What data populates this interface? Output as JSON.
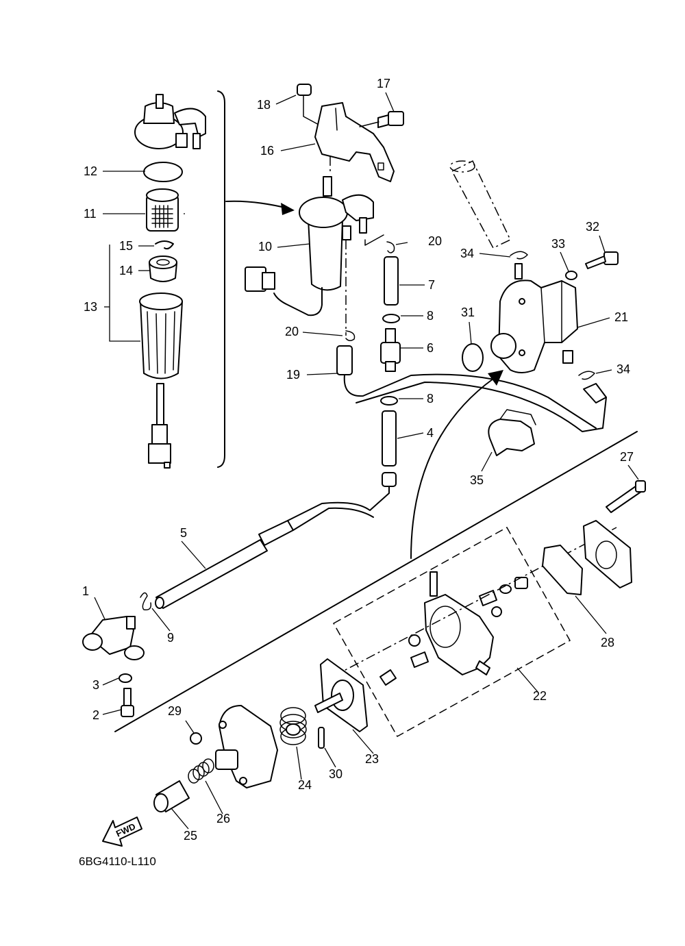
{
  "diagram": {
    "code": "6BG4110-L110",
    "direction_label": "FWD",
    "callouts": [
      {
        "id": "c1",
        "text": "1"
      },
      {
        "id": "c2",
        "text": "2"
      },
      {
        "id": "c3",
        "text": "3"
      },
      {
        "id": "c4",
        "text": "4"
      },
      {
        "id": "c5",
        "text": "5"
      },
      {
        "id": "c6",
        "text": "6"
      },
      {
        "id": "c7",
        "text": "7"
      },
      {
        "id": "c8a",
        "text": "8"
      },
      {
        "id": "c8b",
        "text": "8"
      },
      {
        "id": "c9",
        "text": "9"
      },
      {
        "id": "c10",
        "text": "10"
      },
      {
        "id": "c11",
        "text": "11"
      },
      {
        "id": "c12",
        "text": "12"
      },
      {
        "id": "c13",
        "text": "13"
      },
      {
        "id": "c14",
        "text": "14"
      },
      {
        "id": "c15",
        "text": "15"
      },
      {
        "id": "c16",
        "text": "16"
      },
      {
        "id": "c17",
        "text": "17"
      },
      {
        "id": "c18",
        "text": "18"
      },
      {
        "id": "c19",
        "text": "19"
      },
      {
        "id": "c20a",
        "text": "20"
      },
      {
        "id": "c20b",
        "text": "20"
      },
      {
        "id": "c21",
        "text": "21"
      },
      {
        "id": "c22",
        "text": "22"
      },
      {
        "id": "c23",
        "text": "23"
      },
      {
        "id": "c24",
        "text": "24"
      },
      {
        "id": "c25",
        "text": "25"
      },
      {
        "id": "c26",
        "text": "26"
      },
      {
        "id": "c27",
        "text": "27"
      },
      {
        "id": "c28",
        "text": "28"
      },
      {
        "id": "c29",
        "text": "29"
      },
      {
        "id": "c30",
        "text": "30"
      },
      {
        "id": "c31",
        "text": "31"
      },
      {
        "id": "c32",
        "text": "32"
      },
      {
        "id": "c33",
        "text": "33"
      },
      {
        "id": "c34a",
        "text": "34"
      },
      {
        "id": "c34b",
        "text": "34"
      },
      {
        "id": "c35",
        "text": "35"
      }
    ]
  }
}
